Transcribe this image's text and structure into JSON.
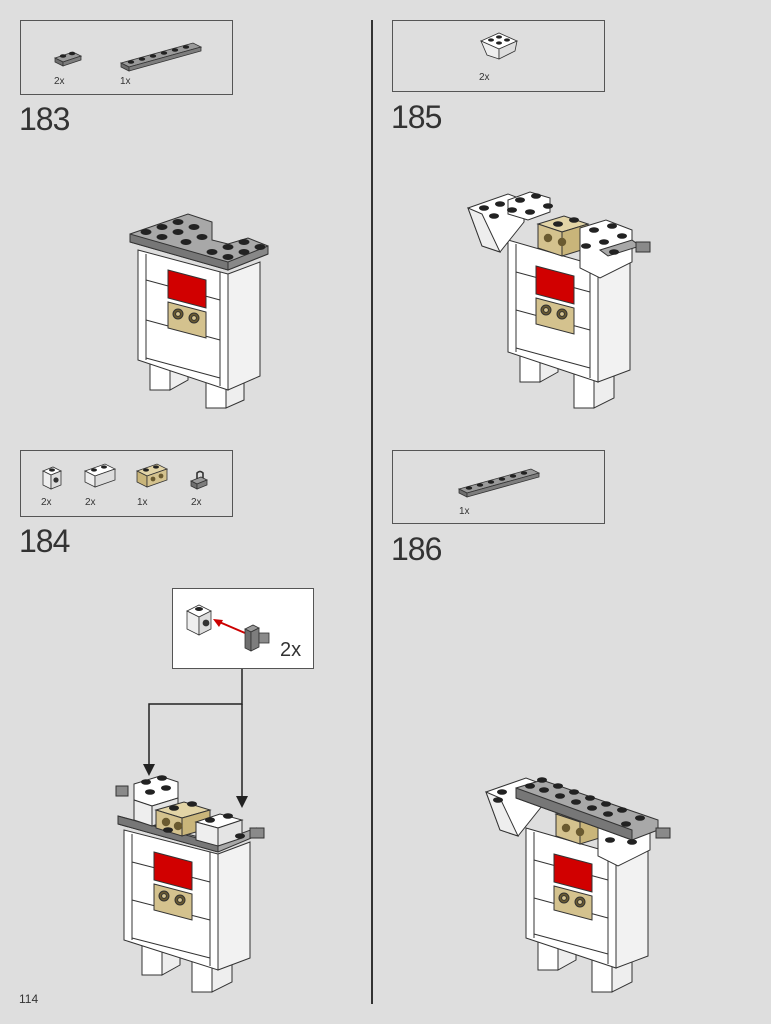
{
  "page_number": "114",
  "steps": [
    {
      "number": "183",
      "parts": [
        {
          "qty": "2x",
          "icon": "gray-1x2-plate-icon"
        },
        {
          "qty": "1x",
          "icon": "gray-1x6-plate-icon"
        }
      ]
    },
    {
      "number": "184",
      "parts": [
        {
          "qty": "2x",
          "icon": "white-brick-stud-side-icon"
        },
        {
          "qty": "2x",
          "icon": "white-1x2-brick-icon"
        },
        {
          "qty": "1x",
          "icon": "tan-1x2-brick-side-studs-icon"
        },
        {
          "qty": "2x",
          "icon": "gray-clip-icon"
        }
      ],
      "callout": {
        "qty": "2x"
      }
    },
    {
      "number": "185",
      "parts": [
        {
          "qty": "2x",
          "icon": "white-inverted-slope-icon"
        }
      ]
    },
    {
      "number": "186",
      "parts": [
        {
          "qty": "1x",
          "icon": "gray-1x6-plate-icon"
        }
      ]
    }
  ],
  "colors": {
    "gray": "#8a8a8a",
    "white": "#ffffff",
    "red": "#d10000",
    "tan": "#d4c28e",
    "background": "#dedede"
  }
}
